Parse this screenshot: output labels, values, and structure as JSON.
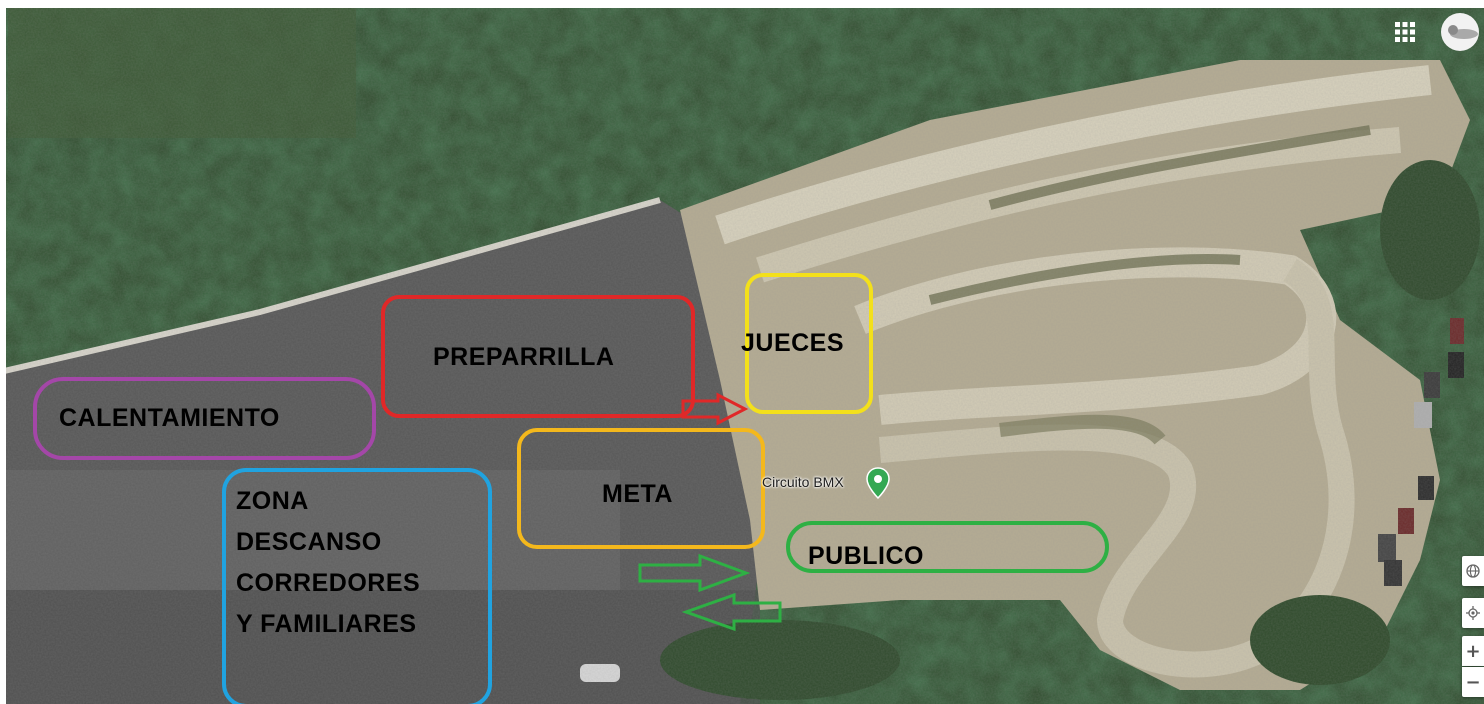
{
  "map": {
    "place_label": "Circuito BMX",
    "place_pin_color": "#34a853"
  },
  "zones": {
    "preparrilla": {
      "label": "PREPARRILLA",
      "color": "#e02828"
    },
    "jueces": {
      "label": "JUECES",
      "color": "#f3e01b"
    },
    "calentamiento": {
      "label": "CALENTAMIENTO",
      "color": "#a447a8"
    },
    "meta": {
      "label": "META",
      "color": "#f4b81c"
    },
    "zona_descanso": {
      "label": "ZONA\nDESCANSO\nCORREDORES\nY FAMILIARES",
      "color": "#20a3e0"
    },
    "publico": {
      "label": "PUBLICO",
      "color": "#2eb044"
    }
  },
  "arrows": {
    "red_arrow_color": "#e02828",
    "green_arrow_color": "#2eb044"
  },
  "controls": {
    "apps_icon": "grid-apps-icon",
    "logo_icon": "round-logo-icon",
    "layers_icon": "globe-icon",
    "locate_icon": "locate-icon",
    "zoom_in": "+",
    "zoom_out": "−"
  }
}
